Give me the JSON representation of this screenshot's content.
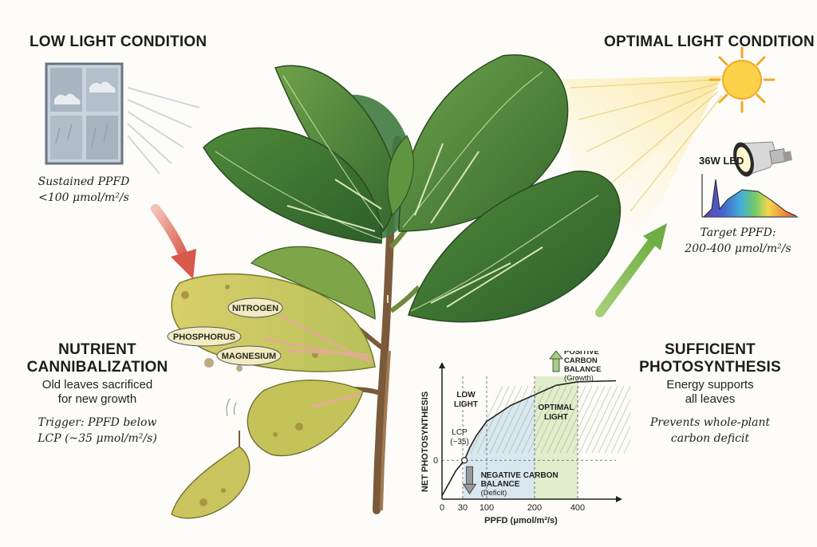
{
  "low_light": {
    "title": "LOW LIGHT CONDITION",
    "ppfd_line1": "Sustained PPFD",
    "ppfd_line2": "<100 μmol/m²/s"
  },
  "optimal_light": {
    "title": "OPTIMAL LIGHT CONDITION",
    "led_label": "36W LED",
    "ppfd_line1": "Target PPFD:",
    "ppfd_line2": "200-400 μmol/m²/s"
  },
  "nutrient": {
    "title_line1": "NUTRIENT",
    "title_line2": "CANNIBALIZATION",
    "desc_line1": "Old leaves sacrificed",
    "desc_line2": "for new growth",
    "trigger_line1": "Trigger: PPFD below",
    "trigger_line2": "LCP (~35 μmol/m²/s)"
  },
  "leaf_labels": {
    "nitrogen": "NITROGEN",
    "phosphorus": "PHOSPHORUS",
    "magnesium": "MAGNESIUM"
  },
  "sufficient": {
    "title_line1": "SUFFICIENT",
    "title_line2": "PHOTOSYNTHESIS",
    "desc_line1": "Energy supports",
    "desc_line2": "all leaves",
    "note_line1": "Prevents whole-plant",
    "note_line2": "carbon deficit"
  },
  "chart_data": {
    "type": "line",
    "xlabel": "PPFD (μmol/m²/s)",
    "ylabel": "NET PHOTOSYNTHESIS",
    "x_ticks": [
      "0",
      "30",
      "100",
      "200",
      "400"
    ],
    "y_ticks": [
      "0"
    ],
    "annotations": {
      "low_light_1": "LOW",
      "low_light_2": "LIGHT",
      "lcp_1": "LCP",
      "lcp_2": "(~35)",
      "optimal_1": "OPTIMAL",
      "optimal_2": "LIGHT",
      "positive_1": "POSITIVE",
      "positive_2": "CARBON",
      "positive_3": "BALANCE",
      "positive_4": "(Growth)",
      "negative_1": "NEGATIVE CARBON",
      "negative_2": "BALANCE",
      "negative_3": "(Deficit)"
    },
    "lcp_x": 35,
    "optimal_range": [
      200,
      400
    ],
    "curve": [
      [
        0,
        -1.0
      ],
      [
        10,
        -0.65
      ],
      [
        20,
        -0.3
      ],
      [
        35,
        0
      ],
      [
        50,
        0.35
      ],
      [
        70,
        0.7
      ],
      [
        100,
        1.1
      ],
      [
        150,
        1.55
      ],
      [
        200,
        1.85
      ],
      [
        300,
        2.12
      ],
      [
        400,
        2.22
      ],
      [
        460,
        2.25
      ]
    ],
    "colors": {
      "low_region": "#cfe1ee",
      "optimal_region": "#dcebc6",
      "curve": "#222222"
    }
  }
}
